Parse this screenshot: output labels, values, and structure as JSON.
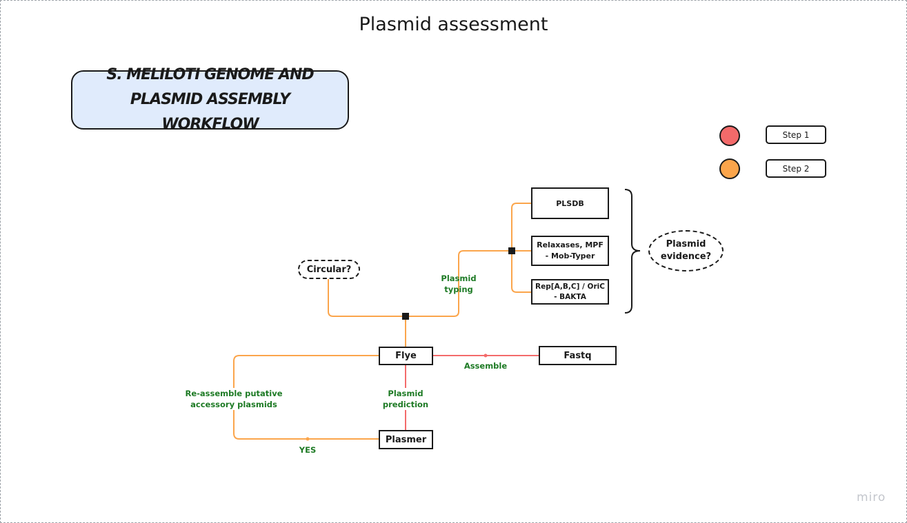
{
  "title": "Plasmid assessment",
  "workflow_title": "S. Meliloti genome and plasmid assembly workflow",
  "colors": {
    "step1": "#f36a6a",
    "step2": "#fba54b",
    "title_box_fill": "#e0ebfc",
    "label_text": "#1d7a24"
  },
  "legend": [
    {
      "label": "Step 1",
      "color": "#f36a6a"
    },
    {
      "label": "Step 2",
      "color": "#fba54b"
    }
  ],
  "nodes": {
    "plsdb": "PLSDB",
    "relaxases": "Relaxases, MPF - Mob-Typer",
    "rep": "Rep[A,B,C] / OriC - BAKTA",
    "plasmid_evidence": "Plasmid evidence?",
    "circular": "Circular?",
    "flye": "Flye",
    "fastq": "Fastq",
    "plasmer": "Plasmer"
  },
  "edge_labels": {
    "plasmid_typing": "Plasmid typing",
    "assemble": "Assemble",
    "plasmid_prediction": "Plasmid prediction",
    "reassemble": "Re-assemble putative accessory plasmids",
    "yes": "YES"
  },
  "watermark": "miro"
}
